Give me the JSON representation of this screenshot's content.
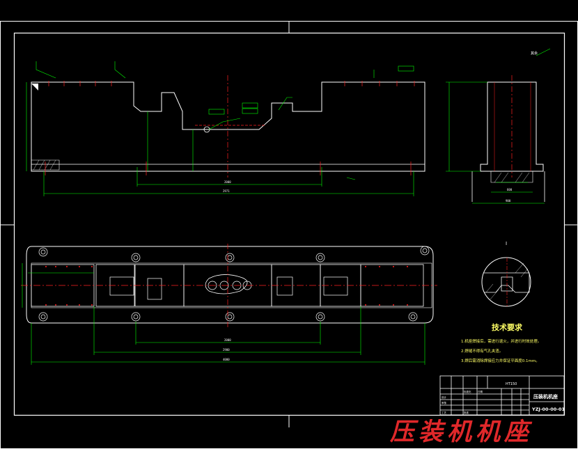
{
  "drawing": {
    "tech_requirements": {
      "title": "技术要求",
      "items": [
        "1.机座焊接后，需进行退火，并进行时效处理。",
        "2.焊缝不得有气孔夹渣。",
        "3.焊后需消除焊接应力并保证平面度0.1mm。"
      ]
    },
    "title_block": {
      "material": "HT150",
      "part_name": "压装机机座",
      "drawing_number": "YZJ-00-00-01",
      "labels": [
        "设计",
        "审核",
        "工艺",
        "标准化",
        "批准",
        "日期"
      ]
    },
    "roughness_mark": "其余",
    "detail_label": "Ⅰ",
    "caption": "压装机机座"
  },
  "colors": {
    "background": "#000000",
    "border": "#ffffff",
    "geometry": "#ffffff",
    "dimension": "#00ff00",
    "centerline": "#ff2020",
    "caption": "#e0282a",
    "notes": "#ffff66"
  }
}
